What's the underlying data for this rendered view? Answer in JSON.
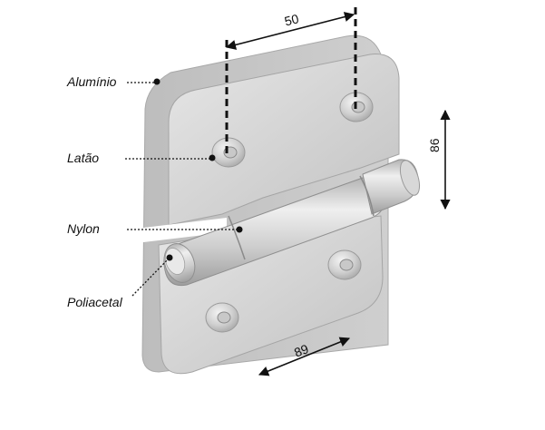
{
  "labels": {
    "aluminio": "Alumínio",
    "latao": "Latão",
    "nylon": "Nylon",
    "poliacetal": "Poliacetal"
  },
  "dimensions": {
    "top": "50",
    "right": "86",
    "bottom": "89"
  },
  "colors": {
    "metal_light": "#dcdcdc",
    "metal_mid": "#c4c4c4",
    "metal_dark": "#9c9c9c",
    "annotation": "#111111"
  }
}
